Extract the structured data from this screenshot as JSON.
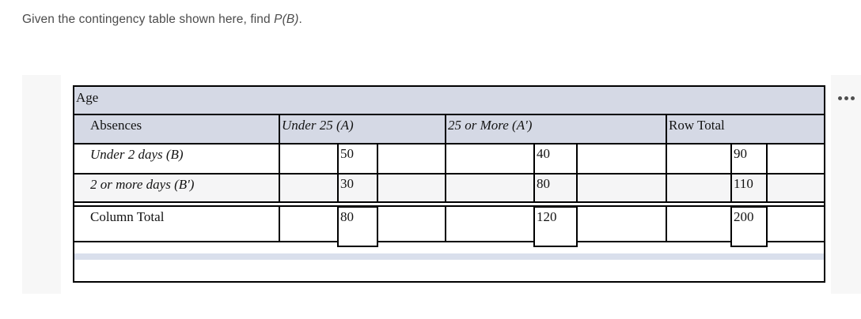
{
  "question": {
    "prefix": "Given the contingency table shown here, find ",
    "math": "P(B)",
    "suffix": "."
  },
  "card": {
    "more_options_icon": "ellipsis-horizontal"
  },
  "table": {
    "title": "Age",
    "headers": {
      "row_label": "Absences",
      "col1": "Under 25 (A)",
      "col2": "25 or More (A')",
      "col3": "Row Total"
    },
    "rows": [
      {
        "label": "Under 2 days (B)",
        "v1": "50",
        "v2": "40",
        "v3": "90"
      },
      {
        "label": "2 or more days (B')",
        "v1": "30",
        "v2": "80",
        "v3": "110"
      },
      {
        "label": "Column Total",
        "v1": "80",
        "v2": "120",
        "v3": "200"
      }
    ]
  },
  "colors": {
    "header_band": "#d5d9e5",
    "alt_row": "#f5f5f6",
    "footer_band": "#d9dfec",
    "side_strip": "#f7f7f7",
    "table_border": "#000000",
    "question_text": "#4c4c4c"
  }
}
